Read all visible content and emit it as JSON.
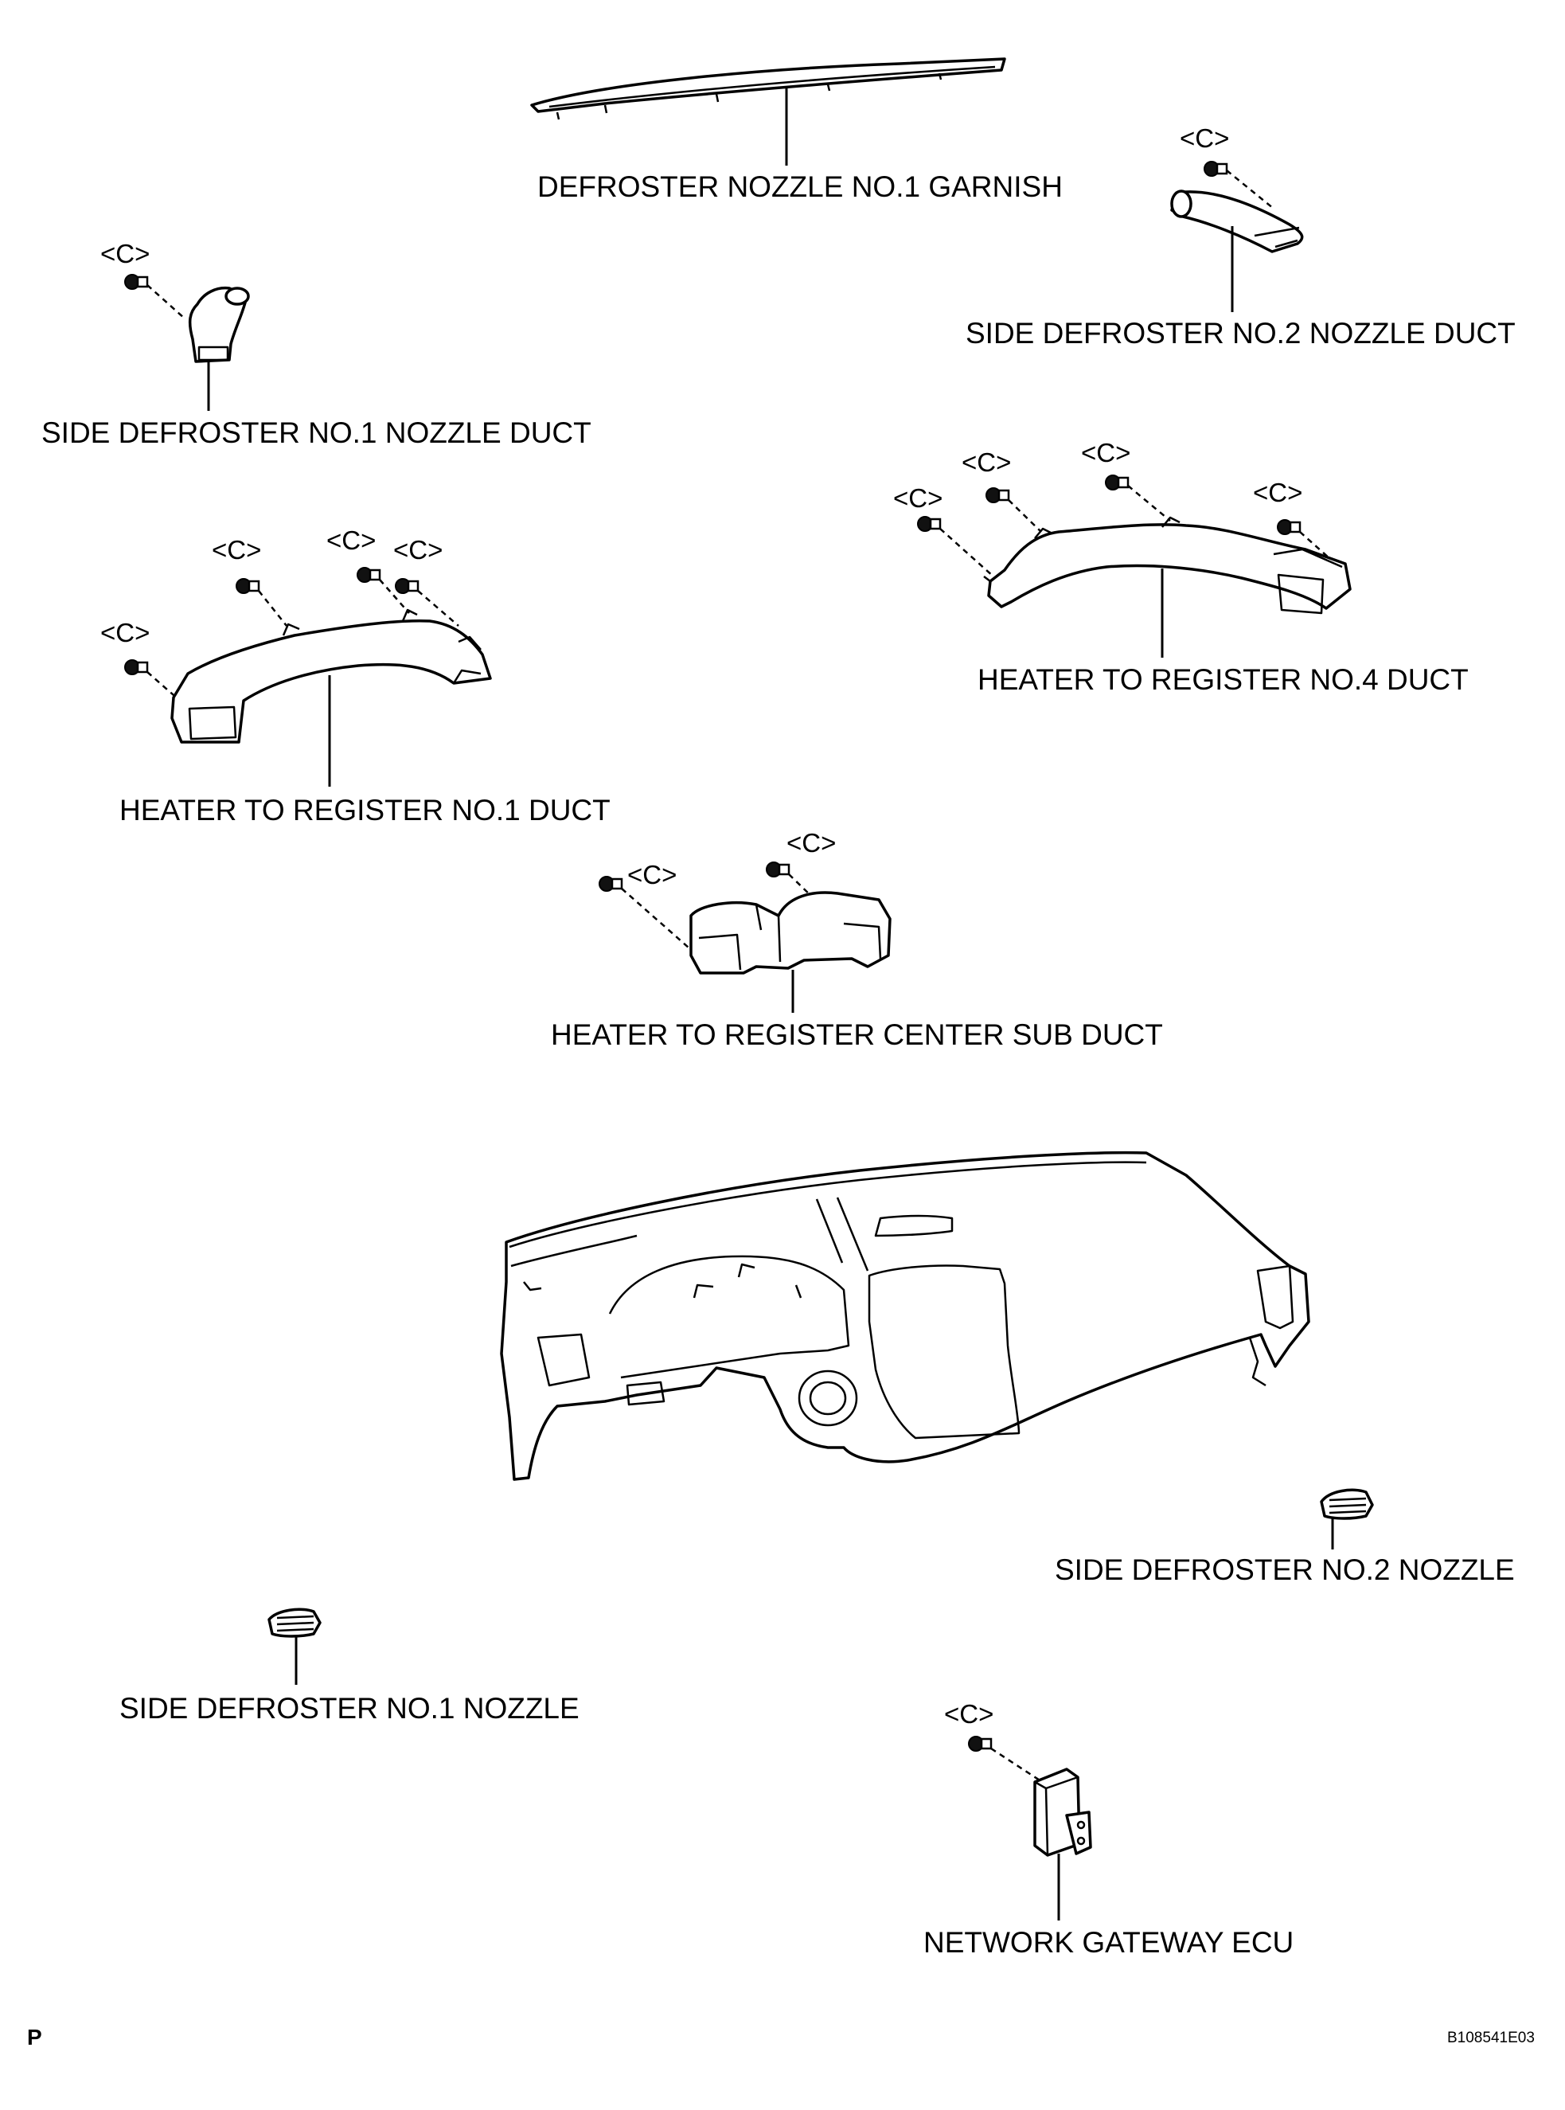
{
  "labels": {
    "defroster_nozzle_garnish": "DEFROSTER NOZZLE NO.1 GARNISH",
    "side_defroster_no2_duct": "SIDE DEFROSTER NO.2 NOZZLE DUCT",
    "side_defroster_no1_duct": "SIDE DEFROSTER  NO.1 NOZZLE DUCT",
    "heater_register_no4_duct": "HEATER TO REGISTER NO.4 DUCT",
    "heater_register_no1_duct": "HEATER TO REGISTER NO.1 DUCT",
    "heater_register_center_sub_duct": "HEATER TO REGISTER CENTER SUB DUCT",
    "side_defroster_no2_nozzle": "SIDE DEFROSTER NO.2 NOZZLE",
    "side_defroster_no1_nozzle": "SIDE DEFROSTER NO.1 NOZZLE",
    "network_gateway_ecu": "NETWORK GATEWAY ECU"
  },
  "fastener_code": "<C>",
  "footer": {
    "page_marker": "P",
    "figure_code": "B108541E03"
  }
}
